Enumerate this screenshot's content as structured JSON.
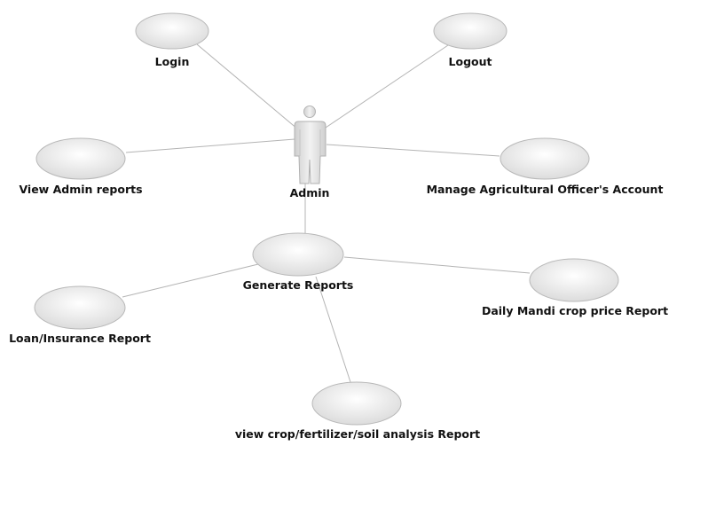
{
  "diagram": {
    "actor": {
      "name": "Admin"
    },
    "use_cases": {
      "login": "Login",
      "logout": "Logout",
      "view_admin_reports": "View Admin reports",
      "manage_officer_account": "Manage Agricultural Officer's Account",
      "generate_reports": "Generate Reports",
      "loan_insurance_report": "Loan/Insurance Report",
      "daily_mandi_report": "Daily Mandi crop price Report",
      "crop_analysis_report": "view crop/fertilizer/soil analysis Report"
    },
    "colors": {
      "line": "#b4b4b4",
      "usecase_fill_light": "#ffffff",
      "usecase_fill_dark": "#dcdcdc",
      "actor_fill": "#e2e2e2",
      "text": "#111111"
    }
  }
}
